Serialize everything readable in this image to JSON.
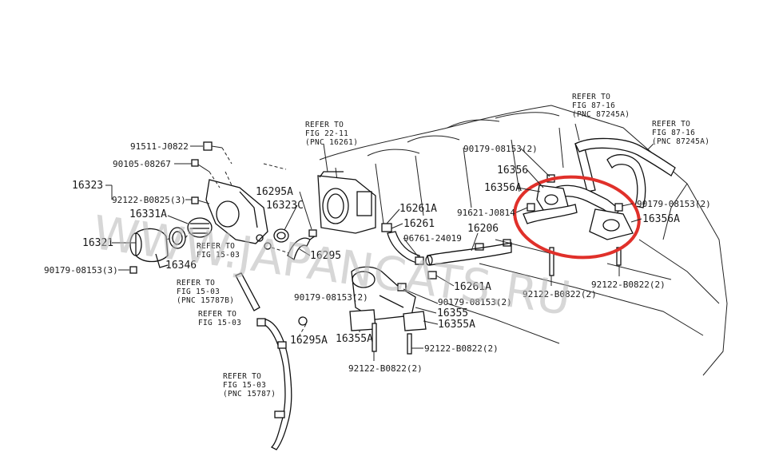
{
  "watermark": "WWW.JAPANCATS.RU",
  "highlight_color": "#e0302a",
  "labels": {
    "p91511": "91511-J0822",
    "p90105": "90105-08267",
    "p16323": "16323",
    "p92122_0825": "92122-B0825(3)",
    "p16331A": "16331A",
    "p16321": "16321",
    "p16346": "16346",
    "p90179_left": "90179-08153(3)",
    "p16295A_top": "16295A",
    "p16323C": "16323C",
    "p16295": "16295",
    "p16295A_bot": "16295A",
    "p16261A_top": "16261A",
    "p16261": "16261",
    "p96761": "96761-24019",
    "p16206": "16206",
    "p91621": "91621-J0814",
    "p90179_top": "90179-08153(2)",
    "p16356": "16356",
    "p16356A_l": "16356A",
    "p90179_right": "90179-08153(2)",
    "p16356A_r": "16356A",
    "p92122_mid": "92122-B0822(2)",
    "p92122_right": "92122-B0822(2)",
    "p16261A_bot": "16261A",
    "p90179_c1": "90179-08153(2)",
    "p90179_c2": "90179-08153(2)",
    "p16355": "16355",
    "p16355A_r": "16355A",
    "p16355A_l": "16355A",
    "p92122_c": "92122-B0822(2)",
    "p92122_b": "92122-B0822(2)"
  },
  "refs": {
    "r_thermo_1": "REFER TO",
    "r_thermo_2": "FIG 15-03",
    "r_pnc_1": "REFER TO",
    "r_pnc_2": "FIG 15-03",
    "r_pnc_3": "(PNC 15787B)",
    "r_mid_1": "REFER TO",
    "r_mid_2": "FIG 15-03",
    "r_bot_1": "REFER TO",
    "r_bot_2": "FIG 15-03",
    "r_bot_3": "(PNC 15787)",
    "r_tb_1": "REFER TO",
    "r_tb_2": "FIG 22-11",
    "r_tb_3": "(PNC 16261)",
    "r_tr1_1": "REFER TO",
    "r_tr1_2": "FIG 87-16",
    "r_tr1_3": "(PNC 87245A)",
    "r_tr2_1": "REFER TO",
    "r_tr2_2": "FIG 87-16",
    "r_tr2_3": "(PNC 87245A)"
  }
}
